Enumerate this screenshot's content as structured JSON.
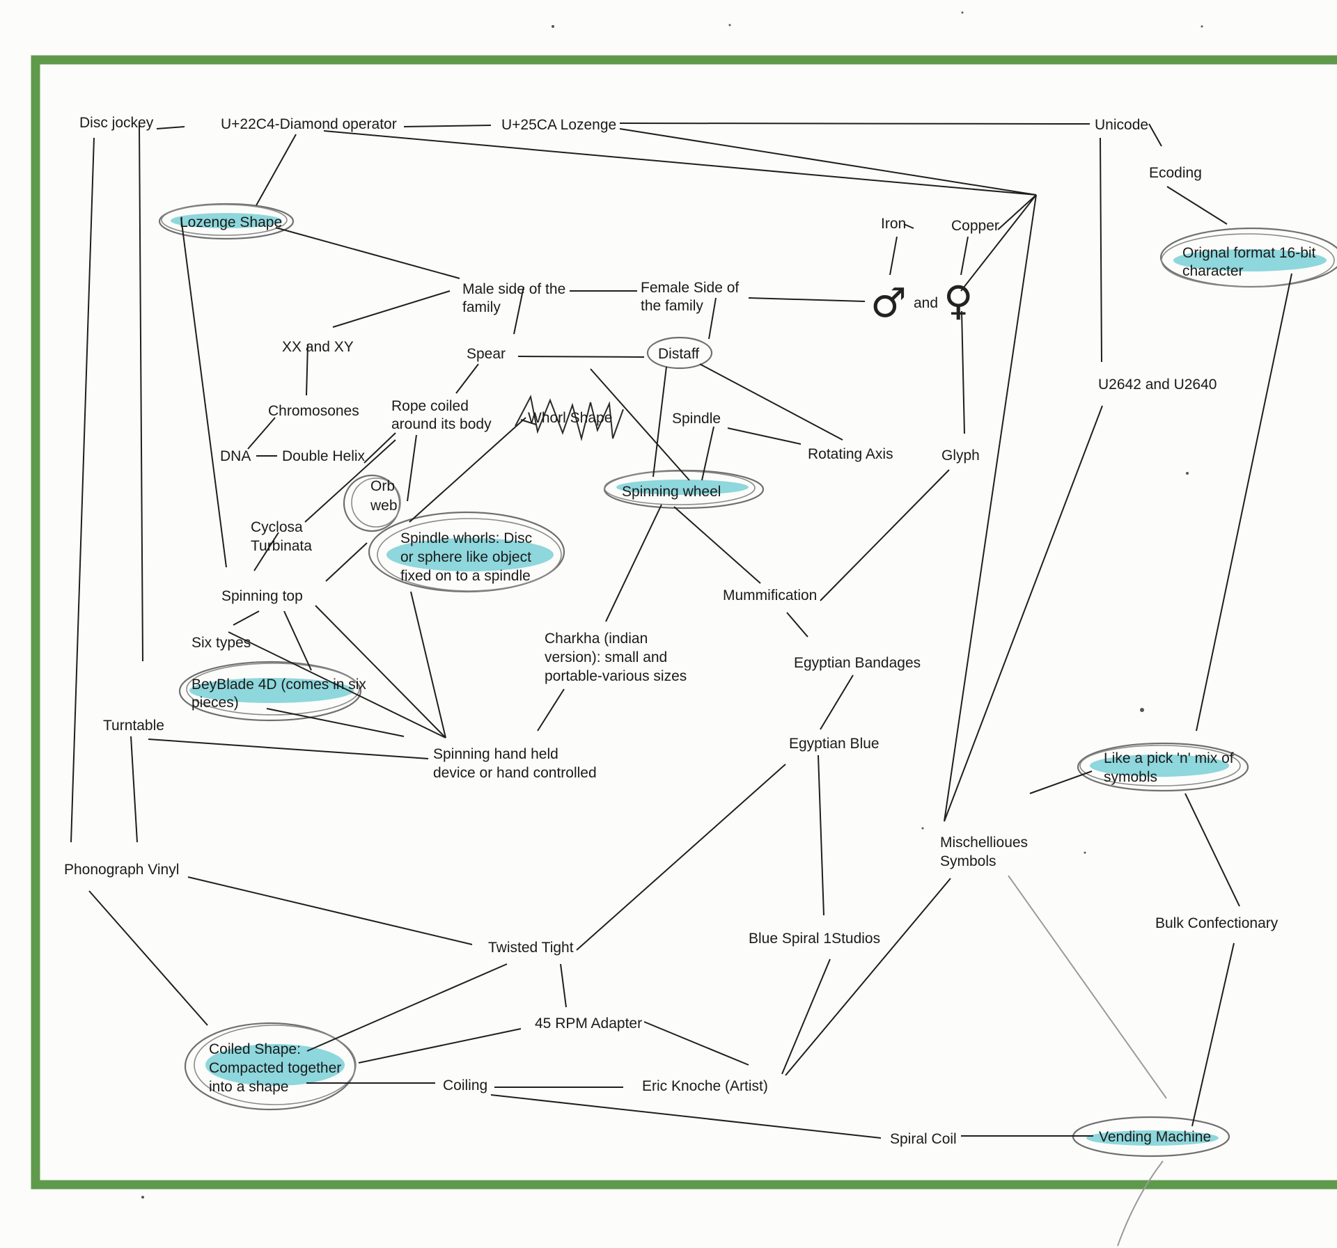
{
  "nodes": {
    "disc_jockey": "Disc jockey",
    "diamond_operator": "U+22C4-Diamond operator",
    "lozenge": "U+25CA Lozenge",
    "unicode": "Unicode",
    "ecoding": "Ecoding",
    "original_format": [
      "Orignal format 16-bit",
      "character"
    ],
    "lozenge_shape": "Lozenge Shape",
    "iron": "Iron",
    "copper": "Copper",
    "male_side": [
      "Male side of the",
      "family"
    ],
    "female_side": [
      "Female Side of",
      "the family"
    ],
    "and": "and",
    "male_symbol": "♂",
    "female_symbol": "♀",
    "xx_xy": "XX and XY",
    "spear": "Spear",
    "distaff": "Distaff",
    "u2642": "U2642 and U2640",
    "chromosomes": "Chromosones",
    "rope_coiled": [
      "Rope coiled",
      "around its body"
    ],
    "whorl_shape": "Whorl Shape",
    "spindle": "Spindle",
    "rotating_axis": "Rotating Axis",
    "glyph": "Glyph",
    "dna": "DNA",
    "double_helix": "Double Helix",
    "spinning_wheel": "Spinning wheel",
    "orb_web": [
      "Orb",
      "web"
    ],
    "cyclosa": [
      "Cyclosa",
      "Turbinata"
    ],
    "spindle_whorls": [
      "Spindle whorls: Disc",
      "or sphere like object",
      "fixed on to a spindle"
    ],
    "spinning_top": "Spinning top",
    "mummification": "Mummification",
    "six_types": "Six types",
    "charkha": [
      "Charkha (indian",
      "version): small and",
      "portable-various sizes"
    ],
    "egyptian_bandages": "Egyptian Bandages",
    "beyblade": [
      "BeyBlade 4D (comes in six",
      "pieces)"
    ],
    "turntable": "Turntable",
    "egyptian_blue": "Egyptian Blue",
    "spinning_hand": [
      "Spinning hand held",
      "device or hand controlled"
    ],
    "pick_n_mix": [
      "Like a pick 'n' mix of",
      "symobls"
    ],
    "mischellioues": [
      "Mischellioues",
      "Symbols"
    ],
    "phonograph": "Phonograph Vinyl",
    "bulk_confectionary": "Bulk Confectionary",
    "blue_spiral": "Blue Spiral 1Studios",
    "twisted_tight": "Twisted Tight",
    "rpm_adapter": "45 RPM Adapter",
    "coiled_shape": [
      "Coiled Shape:",
      "Compacted together",
      "into a shape"
    ],
    "eric_knoche": "Eric Knoche (Artist)",
    "coiling": "Coiling",
    "spiral_coil": "Spiral Coil",
    "vending_machine": "Vending Machine"
  },
  "colors": {
    "frame": "#5f9a4c",
    "highlight": "#33b8c2",
    "ink": "#1a1a1a"
  }
}
